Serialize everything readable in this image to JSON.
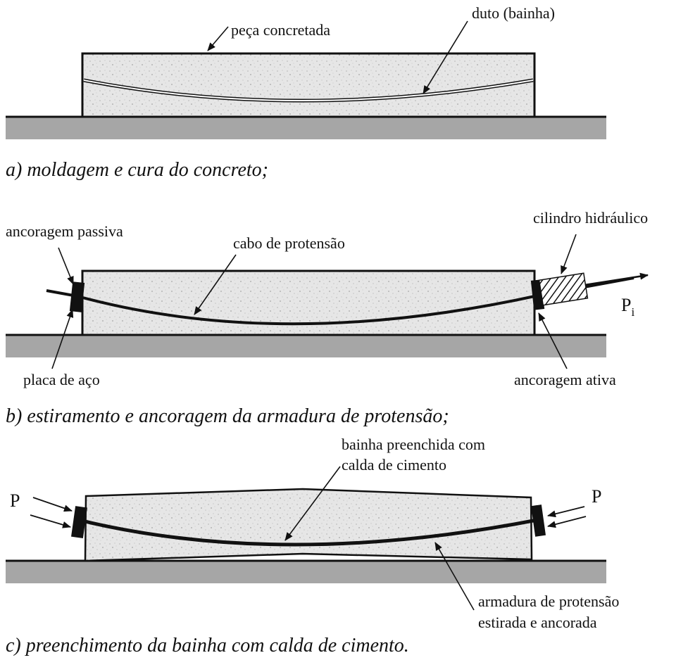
{
  "panel_a": {
    "label_piece": "peça concretada",
    "label_duct": "duto (bainha)",
    "caption": "a) moldagem e cura do concreto;"
  },
  "panel_b": {
    "label_passive_anchor": "ancoragem passiva",
    "label_cable": "cabo de protensão",
    "label_cylinder": "cilindro hidráulico",
    "label_force": "P",
    "label_force_sub": "i",
    "label_plate": "placa de aço",
    "label_active_anchor": "ancoragem ativa",
    "caption": "b) estiramento e ancoragem da armadura de protensão;"
  },
  "panel_c": {
    "label_sheath_line1": "bainha preenchida com",
    "label_sheath_line2": "calda de cimento",
    "label_force_left": "P",
    "label_force_right": "P",
    "label_tendon_line1": "armadura de protensão",
    "label_tendon_line2": "estirada e ancorada",
    "caption": "c) preenchimento da bainha com calda de cimento."
  },
  "colors": {
    "ground": "#a6a6a6",
    "concrete": "#e4e4e4",
    "ink": "#111111"
  }
}
